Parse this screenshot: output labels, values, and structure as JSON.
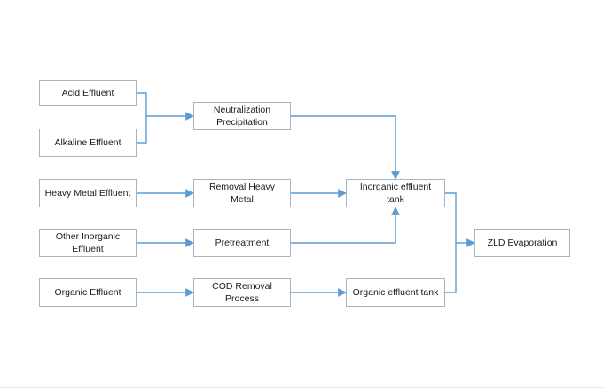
{
  "diagram": {
    "colors": {
      "connector": "#5b9bd5",
      "node_border": "#a6b3c2",
      "text": "#1a1a1a"
    },
    "nodes": {
      "acid": "Acid Effluent",
      "alkaline": "Alkaline Effluent",
      "heavy_metal": "Heavy Metal Effluent",
      "other_inorganic": "Other Inorganic\nEffluent",
      "organic": "Organic Effluent",
      "neutralization": "Neutralization\nPrecipitation",
      "removal_heavy_metal": "Removal Heavy Metal",
      "pretreatment": "Pretreatment",
      "cod_removal": "COD Removal Process",
      "inorganic_tank": "Inorganic effluent tank",
      "organic_tank": "Organic effluent tank",
      "zld": "ZLD Evaporation"
    },
    "edges": [
      [
        "acid",
        "neutralization"
      ],
      [
        "alkaline",
        "neutralization"
      ],
      [
        "heavy_metal",
        "removal_heavy_metal"
      ],
      [
        "other_inorganic",
        "pretreatment"
      ],
      [
        "organic",
        "cod_removal"
      ],
      [
        "neutralization",
        "inorganic_tank"
      ],
      [
        "removal_heavy_metal",
        "inorganic_tank"
      ],
      [
        "pretreatment",
        "inorganic_tank"
      ],
      [
        "cod_removal",
        "organic_tank"
      ],
      [
        "inorganic_tank",
        "zld"
      ],
      [
        "organic_tank",
        "zld"
      ]
    ]
  }
}
